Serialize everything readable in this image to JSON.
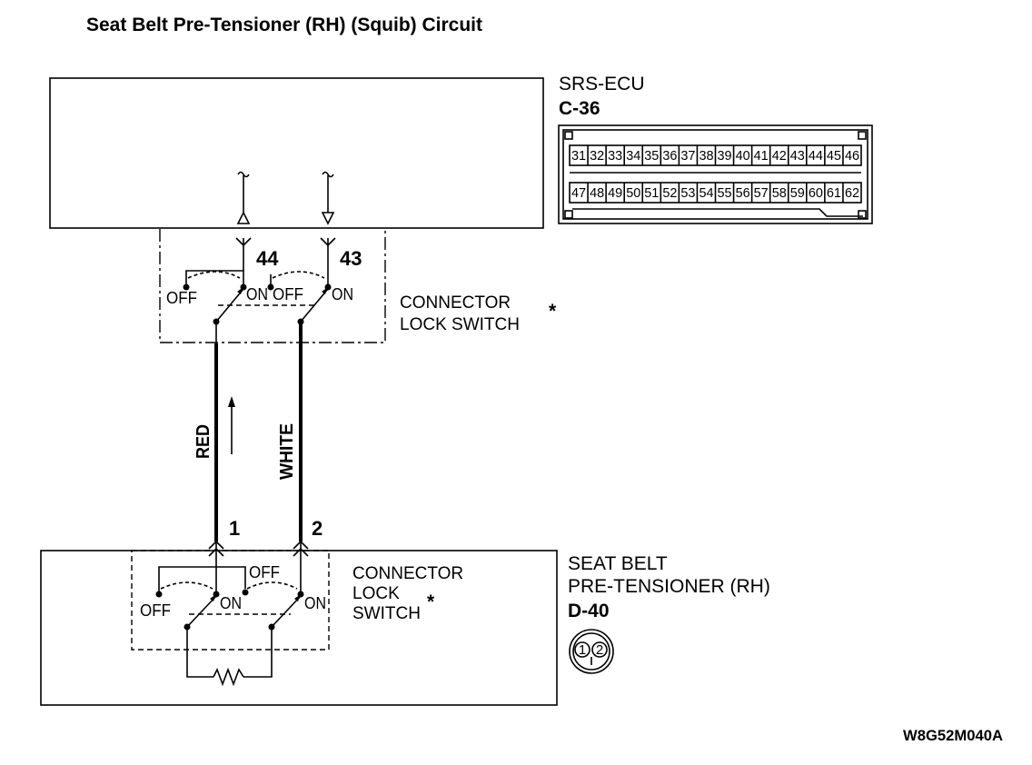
{
  "title": "Seat Belt Pre-Tensioner (RH) (Squib) Circuit",
  "srs_ecu": {
    "name": "SRS-ECU",
    "connector": "C-36",
    "pins_top": [
      "31",
      "32",
      "33",
      "34",
      "35",
      "36",
      "37",
      "38",
      "39",
      "40",
      "41",
      "42",
      "43",
      "44",
      "45",
      "46"
    ],
    "pins_bottom": [
      "47",
      "48",
      "49",
      "50",
      "51",
      "52",
      "53",
      "54",
      "55",
      "56",
      "57",
      "58",
      "59",
      "60",
      "61",
      "62"
    ]
  },
  "upper_switch": {
    "pin_left": "44",
    "pin_right": "43",
    "off_left": "OFF",
    "on_left": "ON",
    "off_right": "OFF",
    "on_right": "ON",
    "label_line1": "CONNECTOR",
    "label_line2": "LOCK SWITCH",
    "asterisk": "*"
  },
  "wires": {
    "left_color": "RED",
    "right_color": "WHITE",
    "left_pin": "1",
    "right_pin": "2"
  },
  "lower_switch": {
    "off_left": "OFF",
    "on_left": "ON",
    "off_top": "OFF",
    "on_right": "ON",
    "label_line1": "CONNECTOR",
    "label_line2": "LOCK",
    "label_line3": "SWITCH",
    "asterisk": "*"
  },
  "pretensioner": {
    "name_line1": "SEAT BELT",
    "name_line2": "PRE-TENSIONER (RH)",
    "connector": "D-40",
    "pin1": "1",
    "pin2": "2"
  },
  "figure_code": "W8G52M040A"
}
